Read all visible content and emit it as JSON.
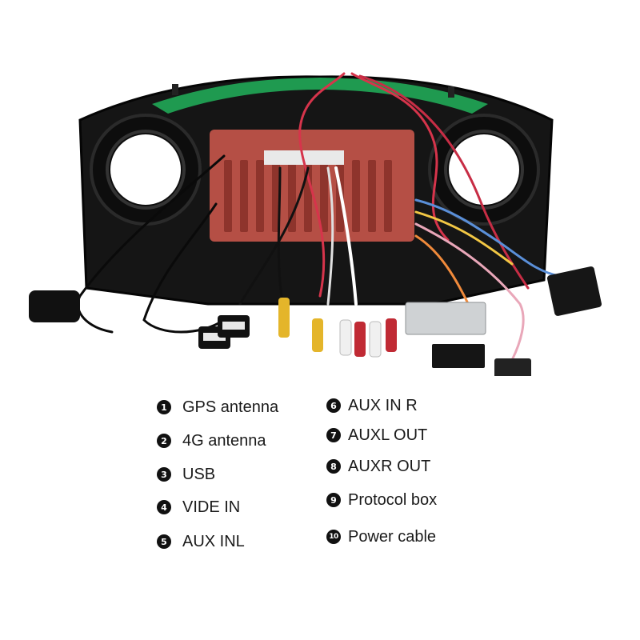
{
  "legend": {
    "left": [
      {
        "num": "1",
        "label": "GPS antenna"
      },
      {
        "num": "2",
        "label": "4G antenna"
      },
      {
        "num": "3",
        "label": "USB"
      },
      {
        "num": "4",
        "label": "VIDE IN"
      },
      {
        "num": "5",
        "label": "AUX INL"
      }
    ],
    "right": [
      {
        "num": "6",
        "label": "AUX IN R"
      },
      {
        "num": "7",
        "label": "AUXL OUT"
      },
      {
        "num": "8",
        "label": "AUXR OUT"
      },
      {
        "num": "9",
        "label": "Protocol box"
      },
      {
        "num": "10",
        "label": "Power cable"
      }
    ]
  }
}
